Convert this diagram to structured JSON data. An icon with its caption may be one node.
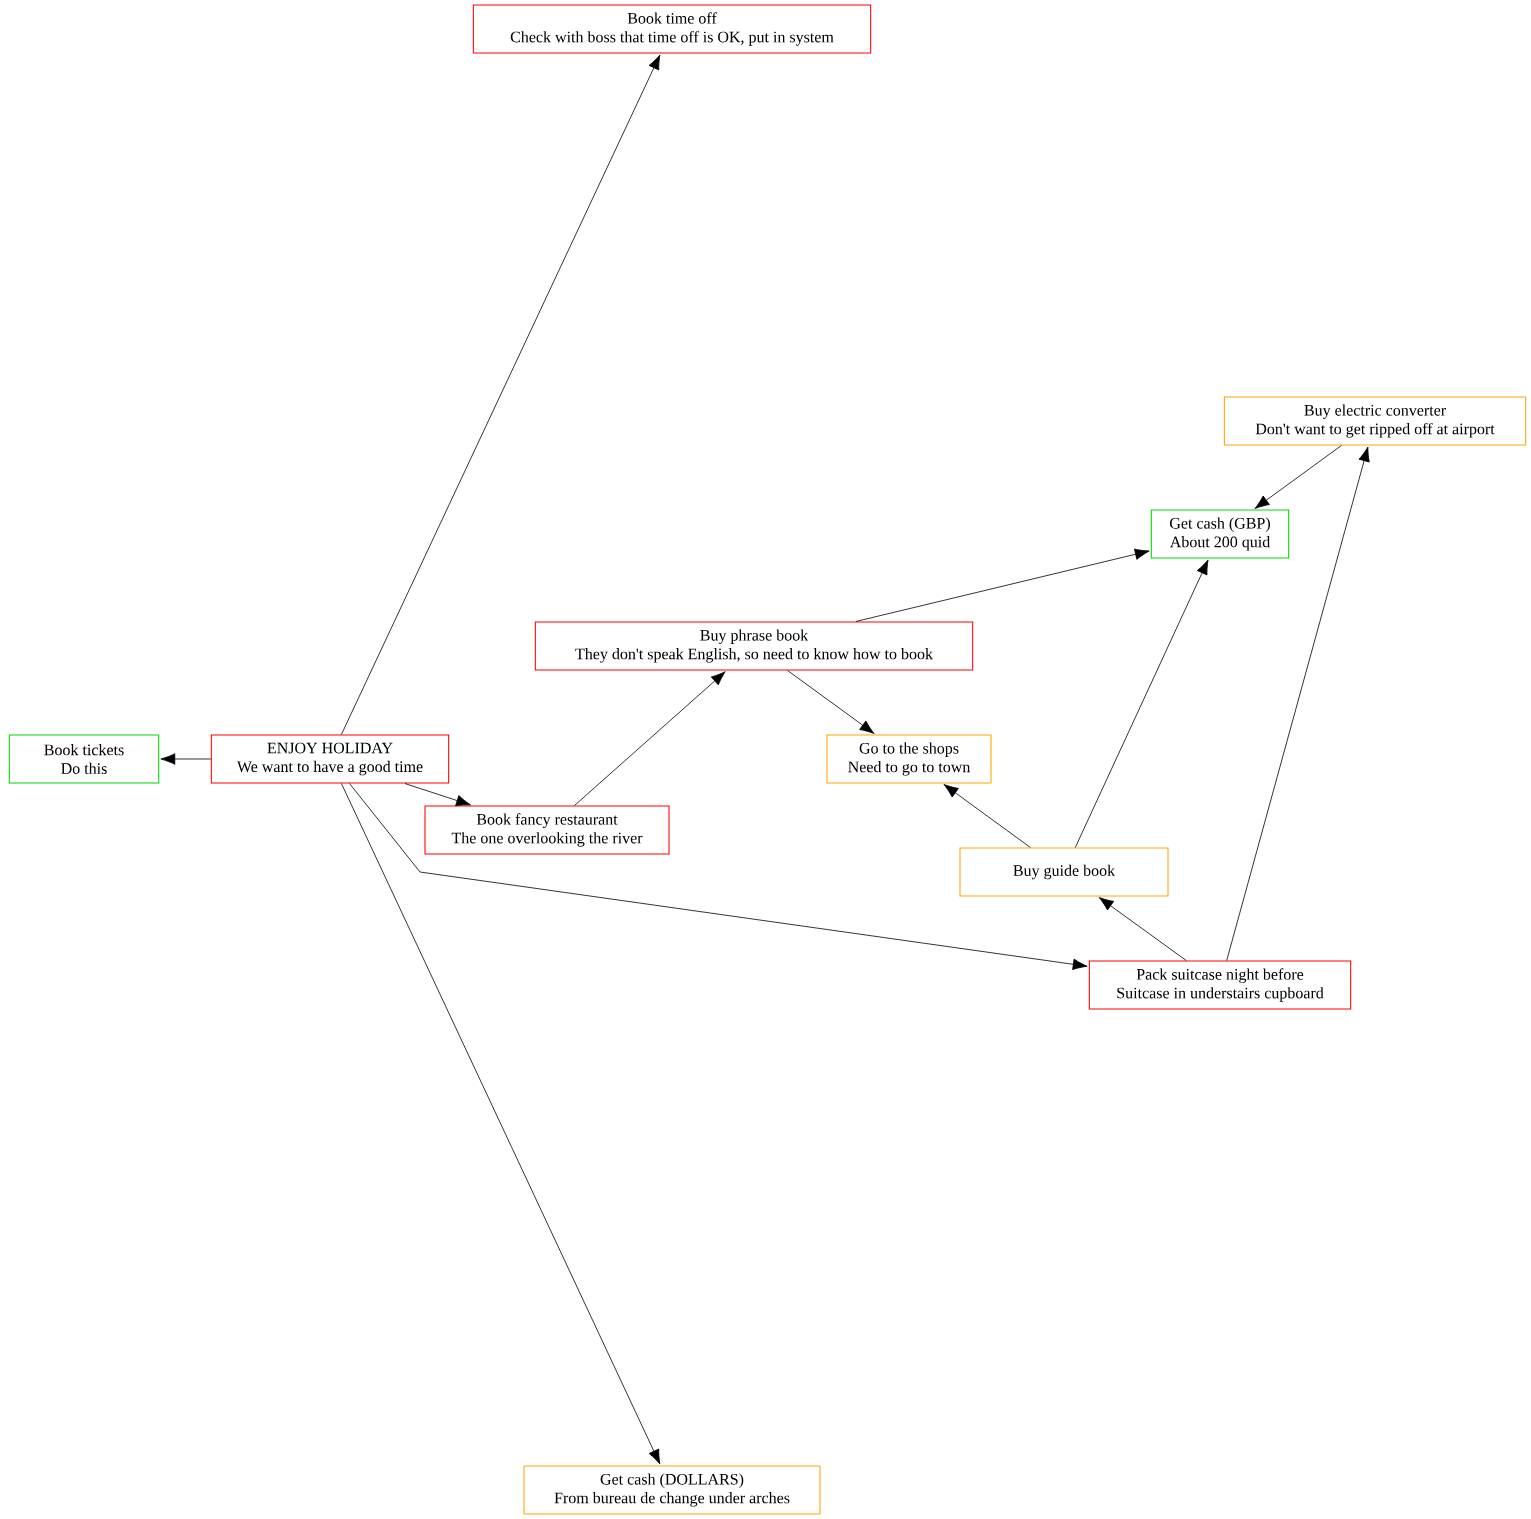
{
  "diagram": {
    "nodes": [
      {
        "text": [
          "Book time off",
          "Check with boss that time off is OK, put in system"
        ]
      },
      {
        "text": [
          "Buy electric converter",
          "Don't want to get ripped off at airport"
        ]
      },
      {
        "text": [
          "Get cash (GBP)",
          "About 200 quid"
        ]
      },
      {
        "text": [
          "Buy phrase book",
          "They don't speak English, so need to know how to book"
        ]
      },
      {
        "text": [
          "Book tickets",
          "Do this"
        ]
      },
      {
        "text": [
          "ENJOY HOLIDAY",
          "We want to have a good time"
        ]
      },
      {
        "text": [
          "Go to the shops",
          "Need to go to town"
        ]
      },
      {
        "text": [
          "Book fancy restaurant",
          "The one overlooking the river"
        ]
      },
      {
        "text": [
          "Buy guide book"
        ]
      },
      {
        "text": [
          "Pack suitcase night before",
          "Suitcase in understairs cupboard"
        ]
      },
      {
        "text": [
          "Get cash (DOLLARS)",
          "From bureau de change under arches"
        ]
      }
    ],
    "edges": [
      {
        "from": 5,
        "to": 0,
        "arrow": "to"
      },
      {
        "from": 5,
        "to": 4,
        "arrow": "to"
      },
      {
        "from": 5,
        "to": 7,
        "arrow": "to"
      },
      {
        "from": 5,
        "to": 9,
        "arrow": "to"
      },
      {
        "from": 5,
        "to": 10,
        "arrow": "to"
      },
      {
        "from": 7,
        "to": 3,
        "arrow": "to"
      },
      {
        "from": 3,
        "to": 2,
        "arrow": "to"
      },
      {
        "from": 3,
        "to": 6,
        "arrow": "to"
      },
      {
        "from": 1,
        "to": 2,
        "arrow": "to"
      },
      {
        "from": 8,
        "to": 6,
        "arrow": "to"
      },
      {
        "from": 8,
        "to": 2,
        "arrow": "to"
      },
      {
        "from": 9,
        "to": 8,
        "arrow": "to"
      },
      {
        "from": 9,
        "to": 1,
        "arrow": "to"
      }
    ]
  }
}
